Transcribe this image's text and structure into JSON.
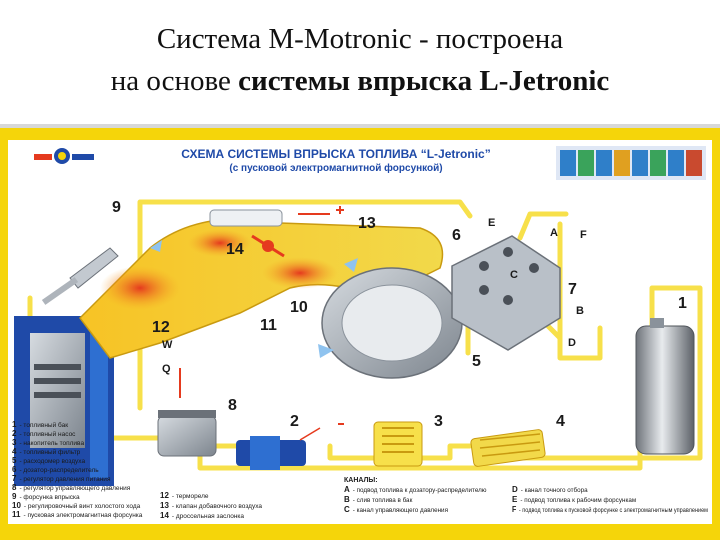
{
  "slide": {
    "title_line1": "Система M-Motronic - построена",
    "title_line2_prefix": "на основе ",
    "title_line2_bold": "системы впрыска L-Jetronic"
  },
  "poster": {
    "header_line1": "СХЕМА СИСТЕМЫ ВПРЫСКА ТОПЛИВА “L-Jetronic”",
    "header_line2": "(с пусковой электромагнитной форсункой)",
    "colors": {
      "frame_yellow": "#f5d50a",
      "pipe_yellow": "#f7e04a",
      "header_blue": "#1f4aa8",
      "engine_grey": "#9aa3ad",
      "hot_red": "#e53a1e"
    },
    "callouts": [
      "1",
      "2",
      "3",
      "4",
      "5",
      "6",
      "7",
      "8",
      "9",
      "10",
      "11",
      "12",
      "13",
      "14"
    ],
    "letters": {
      "a": "A",
      "b": "B",
      "c": "C",
      "d": "D",
      "e": "E",
      "f": "F",
      "q": "Q",
      "w": "W"
    },
    "legend_left": [
      {
        "num": "1",
        "text": "- топливный бак"
      },
      {
        "num": "2",
        "text": "- топливный насос"
      },
      {
        "num": "3",
        "text": "- накопитель топлива"
      },
      {
        "num": "4",
        "text": "- топливный фильтр"
      },
      {
        "num": "5",
        "text": "- расходомер воздуха"
      },
      {
        "num": "6",
        "text": "- дозатор-распределитель"
      },
      {
        "num": "7",
        "text": "- регулятор давления питания"
      },
      {
        "num": "8",
        "text": "- регулятор управляющего давления"
      },
      {
        "num": "9",
        "text": "- форсунка впрыска"
      },
      {
        "num": "10",
        "text": "- регулировочный винт холостого хода"
      },
      {
        "num": "11",
        "text": "- пусковая электромагнитная форсунка"
      }
    ],
    "legend_mid": [
      {
        "num": "12",
        "text": "- термореле"
      },
      {
        "num": "13",
        "text": "- клапан добавочного воздуха"
      },
      {
        "num": "14",
        "text": "- дроссельная заслонка"
      }
    ],
    "legend_right_title": "КАНАЛЫ:",
    "legend_right": [
      {
        "num": "A",
        "text": "- подвод топлива к дозатору-распределителю"
      },
      {
        "num": "B",
        "text": "- слив топлива в бак"
      },
      {
        "num": "C",
        "text": "- канал управляющего давления"
      },
      {
        "num": "D",
        "text": "- канал точного отбора"
      },
      {
        "num": "E",
        "text": "- подвод топлива к рабочим форсункам"
      },
      {
        "num": "F",
        "text": "- подвод топлива к пусковой форсунке с электромагнитным управлением"
      }
    ]
  }
}
